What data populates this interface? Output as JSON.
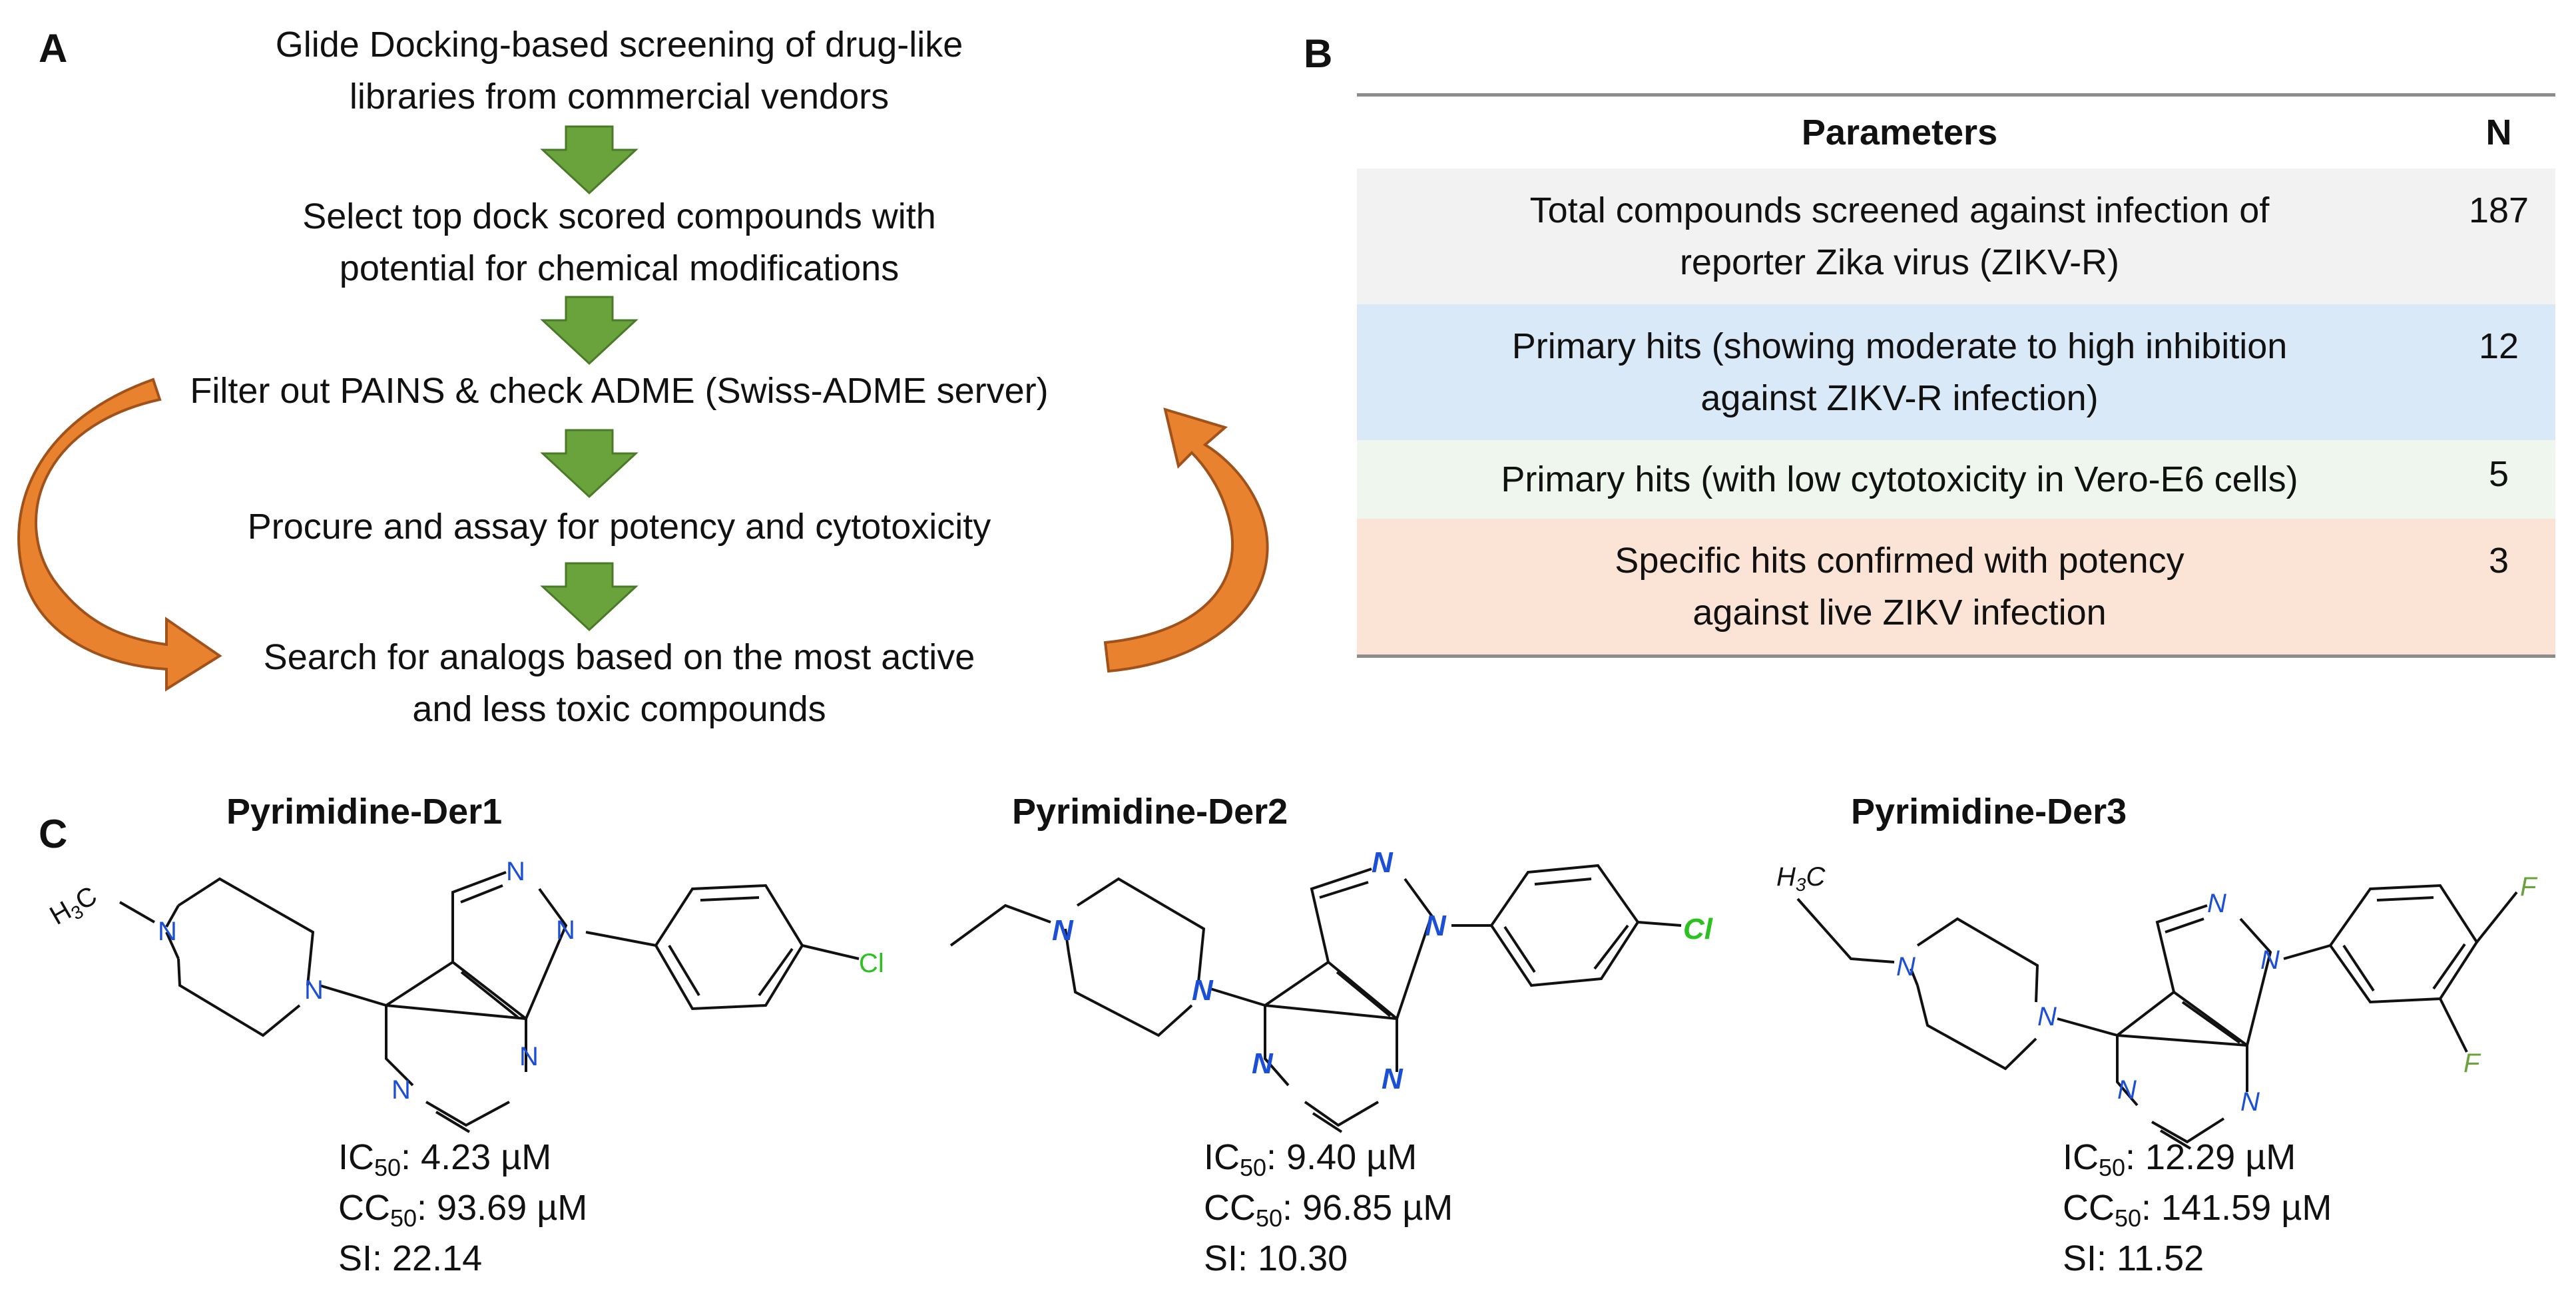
{
  "panel_a": {
    "label": "A",
    "steps": [
      {
        "lines": [
          "Glide Docking-based screening of drug-like",
          "libraries from commercial vendors"
        ]
      },
      {
        "lines": [
          "Select top dock scored compounds with",
          "potential for chemical modifications"
        ]
      },
      {
        "lines": [
          "Filter out PAINS & check ADME (Swiss-ADME server)"
        ]
      },
      {
        "lines": [
          "Procure and assay for potency and cytotoxicity"
        ]
      },
      {
        "lines": [
          "Search for analogs based on the most active",
          "and less toxic compounds"
        ]
      }
    ],
    "colors": {
      "down_arrow": "#6aa33b",
      "curved_arrow": "#e8822e"
    }
  },
  "panel_b": {
    "label": "B",
    "headers": [
      "Parameters",
      "N"
    ],
    "rows": [
      {
        "lines": [
          "Total compounds screened against infection of",
          "reporter Zika virus (ZIKV-R)"
        ],
        "n": "187",
        "color": "#f2f2f2"
      },
      {
        "lines": [
          "Primary hits (showing moderate to high inhibition",
          "against ZIKV-R infection)"
        ],
        "n": "12",
        "color": "#dae9f7"
      },
      {
        "lines": [
          "Primary hits (with low cytotoxicity in Vero-E6 cells)"
        ],
        "n": "5",
        "color": "#eef6ee"
      },
      {
        "lines": [
          "Specific hits confirmed with potency",
          "against live ZIKV infection"
        ],
        "n": "3",
        "color": "#fbe3d6"
      }
    ]
  },
  "panel_c": {
    "label": "C",
    "compounds": [
      {
        "name": "Pyrimidine-Der1",
        "substituent": "H3C",
        "halogen": "Cl",
        "ic50_label": "IC",
        "ic50_sub": "50",
        "ic50": ": 4.23 µM",
        "cc50_label": "CC",
        "cc50_sub": "50",
        "cc50": ": 93.69 µM",
        "si": "SI: 22.14"
      },
      {
        "name": "Pyrimidine-Der2",
        "substituent": "",
        "halogen": "Cl",
        "ic50_label": "IC",
        "ic50_sub": "50",
        "ic50": ": 9.40 µM",
        "cc50_label": "CC",
        "cc50_sub": "50",
        "cc50": ": 96.85 µM",
        "si": "SI: 10.30"
      },
      {
        "name": "Pyrimidine-Der3",
        "substituent": "H3C",
        "halogen": "F",
        "ic50_label": "IC",
        "ic50_sub": "50",
        "ic50": ": 12.29 µM",
        "cc50_label": "CC",
        "cc50_sub": "50",
        "cc50": ": 141.59 µM",
        "si": "SI: 11.52"
      }
    ],
    "atom_label": "N",
    "colors": {
      "nitrogen": "#1a4fd6",
      "chlorine": "#2bc21f",
      "fluorine": "#6aa33b"
    }
  }
}
